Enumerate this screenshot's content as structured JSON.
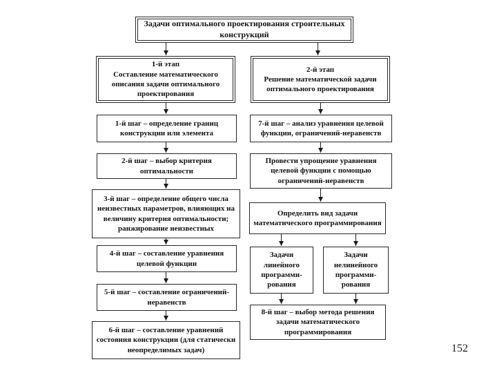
{
  "diagram": {
    "title": "Задачи оптимального проектирования строительных конструкций",
    "stage1": {
      "label": "1-й этап",
      "text": "Составление математического описания задачи оптимального проектирования"
    },
    "stage2": {
      "label": "2-й этап",
      "text": "Решение математической задачи оптимального проектирования"
    },
    "steps_left": [
      "1-й шаг – определение границ конструкции или элемента",
      "2-й шаг – выбор критерия оптимальности",
      "3-й шаг – определение общего числа неизвестных параметров, влияющих на величину критерия оптимальности; ранжирование неизвестных",
      "4-й шаг – составление уравнения целевой функции",
      "5-й шаг – составление ограничений-неравенств",
      "6-й шаг – составление уравнений состояния конструкции (для статически неопределимых задач)"
    ],
    "steps_right": [
      "7-й шаг – анализ уравнения целевой функции, ограничений-неравенств",
      "Провести упрощение уравнения целевой функции с помощью ограничений-неравенств",
      "Определить вид задачи математического программирования"
    ],
    "branch_left": "Задачи линейного программи-рования",
    "branch_right": "Задачи нелинейного программи-рования",
    "final_step": "8-й шаг – выбор метода решения задачи математического программирования",
    "page_number": "152"
  }
}
